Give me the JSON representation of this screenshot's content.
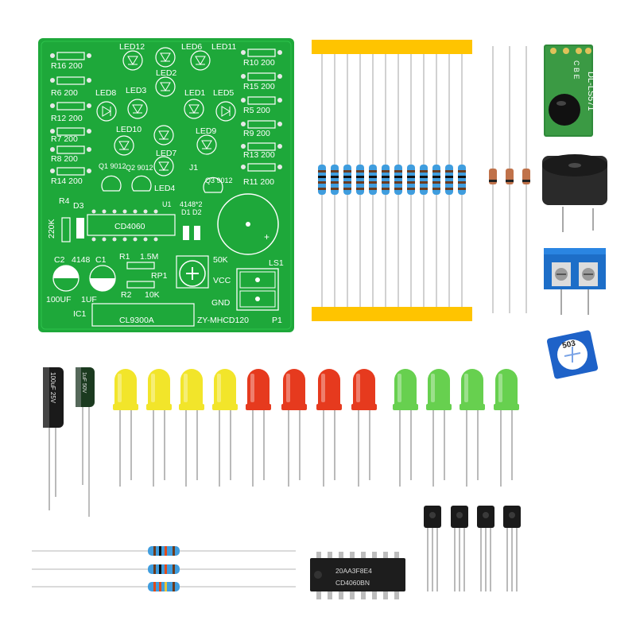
{
  "pcb": {
    "resistor_labels_left": [
      "R16 200",
      "R6 200",
      "R12 200",
      "R7 200",
      "R8 200",
      "R14 200"
    ],
    "resistor_labels_right": [
      "R10 200",
      "R15 200",
      "R5 200",
      "R9 200",
      "R13 200",
      "R11 200"
    ],
    "led_labels": [
      "LED12",
      "LED6",
      "LED11",
      "LED2",
      "LED8",
      "LED3",
      "LED1",
      "LED5",
      "LED10",
      "LED9",
      "LED7",
      "LED4"
    ],
    "transistor_labels": [
      "Q1 9012",
      "Q2 9012",
      "Q3 9012"
    ],
    "j1": "J1",
    "r4": "R4",
    "d3": "D3",
    "v220k": "220K",
    "u1": "U1",
    "diodes": "4148*2",
    "d1d2": "D1 D2",
    "chip": "CD4060",
    "c2": "C2",
    "d4148": "4148",
    "c1": "C1",
    "r1": "R1",
    "r1_val": "1.5M",
    "rp1": "RP1",
    "v50k": "50K",
    "ls1": "LS1",
    "vcc": "VCC",
    "gnd": "GND",
    "c100": "100UF",
    "c1uf": "1UF",
    "r2": "R2",
    "r2_val": "10K",
    "ic1": "IC1",
    "cl": "CL9300A",
    "model": "ZY-MHCD120",
    "p1": "P1"
  },
  "module": {
    "label": "DL-LS571",
    "pins": "C B E"
  },
  "potentiometer": {
    "label": "503"
  },
  "capacitors": {
    "large": "100uF 25V",
    "small": "1uF 50V"
  },
  "ic": {
    "line1": "20AA3F8E4",
    "line2": "CD4060BN"
  },
  "leds": {
    "colors": [
      "#f2e52a",
      "#f2e52a",
      "#f2e52a",
      "#f2e52a",
      "#e63a1e",
      "#e63a1e",
      "#e63a1e",
      "#e63a1e",
      "#67d04f",
      "#67d04f",
      "#67d04f",
      "#67d04f"
    ]
  },
  "colors": {
    "pcb": "#1ea83a",
    "tape": "#ffc400",
    "terminal": "#1d6ec8",
    "transistor": "#1a1a1a"
  }
}
